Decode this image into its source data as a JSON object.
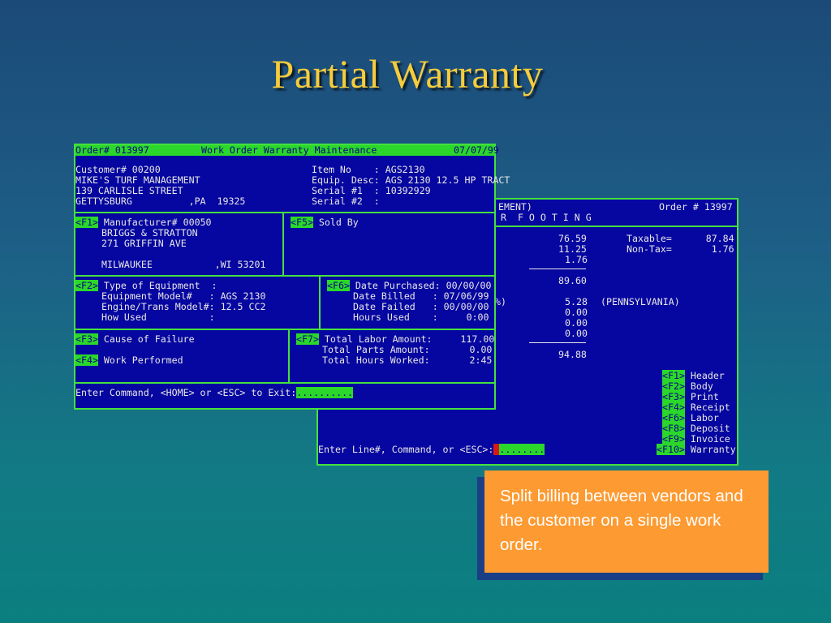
{
  "slide": {
    "title": "Partial Warranty",
    "callout": "Split billing between vendors and the customer on a single work order."
  },
  "front_screen": {
    "header": {
      "order": "Order# 013997",
      "title": "Work Order Warranty Maintenance",
      "date": "07/07/99"
    },
    "customer": {
      "number_label": "Customer# 00200",
      "name": "MIKE'S TURF MANAGEMENT",
      "address": "139 CARLISLE STREET",
      "city_line": "GETTYSBURG          ,PA  19325"
    },
    "item": {
      "item_no": "Item No    : AGS2130",
      "equip_desc": "Equip. Desc: AGS 2130 12.5 HP TRACT",
      "serial1": "Serial #1  : 10392929",
      "serial2": "Serial #2  :"
    },
    "manufacturer": {
      "key": "<F1>",
      "label": "Manufacturer# 00050",
      "name": "BRIGGS & STRATTON",
      "address": "271 GRIFFIN AVE",
      "city_line": "MILWAUKEE           ,WI 53201"
    },
    "sold_by": {
      "key": "<F5>",
      "label": "Sold By"
    },
    "equipment": {
      "key": "<F2>",
      "type": "Type of Equipment  :",
      "model": "Equipment Model#   : AGS 2130",
      "engine": "Engine/Trans Model#: 12.5 CC2",
      "how_used": "How Used           :"
    },
    "dates": {
      "key": "<F6>",
      "purchased": "Date Purchased: 00/00/00",
      "billed": "Date Billed   : 07/06/99",
      "failed": "Date Failed   : 00/00/00",
      "hours": "Hours Used    :     0:00"
    },
    "failure": {
      "cause_key": "<F3>",
      "cause_label": "Cause of Failure",
      "work_key": "<F4>",
      "work_label": "Work Performed"
    },
    "totals": {
      "key": "<F7>",
      "labor": "Total Labor Amount:     117.00",
      "parts": "Total Parts Amount:       0.00",
      "hours": "Total Hours Worked:       2:45"
    },
    "prompt": {
      "text": "Enter Command, <HOME> or <ESC> to Exit:",
      "field": ".........."
    }
  },
  "back_screen": {
    "header_left": "EMENT)",
    "header_right": "Order # 13997",
    "footing": "R  F O O T I N G",
    "amounts": [
      "76.59",
      "11.25",
      "1.76",
      "89.60",
      "5.28",
      "0.00",
      "0.00",
      "0.00",
      "94.88"
    ],
    "taxable": "Taxable=      87.84",
    "nontax": "Non-Tax=       1.76",
    "pct": "%)",
    "state": "(PENNSYLVANIA)",
    "menu": [
      {
        "key": "<F1>",
        "label": "Header"
      },
      {
        "key": "<F2>",
        "label": "Body"
      },
      {
        "key": "<F3>",
        "label": "Print"
      },
      {
        "key": "<F4>",
        "label": "Receipt"
      },
      {
        "key": "<F6>",
        "label": "Labor"
      },
      {
        "key": "<F8>",
        "label": "Deposit"
      },
      {
        "key": "<F9>",
        "label": "Invoice"
      },
      {
        "key": "<F10>",
        "label": "Warranty"
      }
    ],
    "prompt": {
      "text": "Enter Line#, Command, or <ESC>:",
      "cursor": "_",
      "field": "........"
    }
  },
  "colors": {
    "terminal_bg": "#0606a0",
    "terminal_border": "#45e03e",
    "highlight": "#2bd72b",
    "title": "#f5cc3b",
    "callout_bg": "#fd9a31"
  }
}
